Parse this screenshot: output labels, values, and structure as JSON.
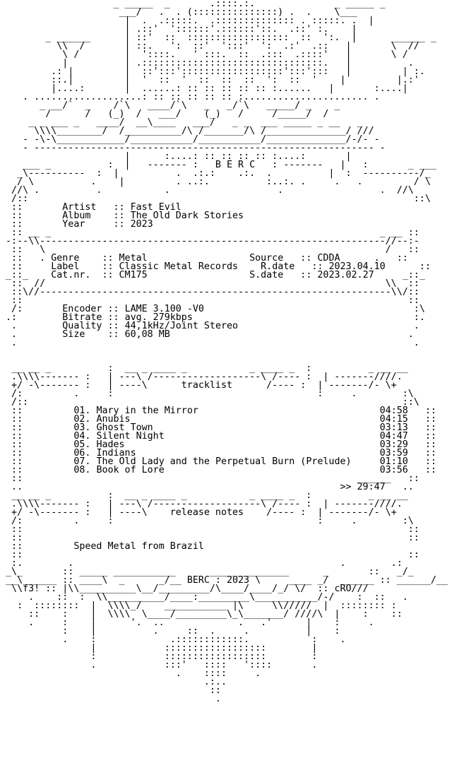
{
  "nfo": {
    "group": "B E R C",
    "artist_label": "Artist",
    "artist": "Fast Evil",
    "album_label": "Album",
    "album": "The Old Dark Stories",
    "year_label": "Year",
    "year": "2023",
    "genre_label": "Genre",
    "genre": "Metal",
    "label_label": "Label",
    "label": "Classic Metal Records",
    "catnr_label": "Cat.nr.",
    "catnr": "CM175",
    "source_label": "Source",
    "source": "CDDA",
    "rdate_label": "R.date",
    "rdate": "2023.04.10",
    "sdate_label": "S.date",
    "sdate": "2023.02.27",
    "encoder_label": "Encoder",
    "encoder": "LAME 3.100 -V0",
    "bitrate_label": "Bitrate",
    "bitrate": "avg. 279kbps",
    "quality_label": "Quality",
    "quality": "44,1kHz/Joint Stereo",
    "size_label": "Size",
    "size": "60,08 MB",
    "tracklist_heading": "tracklist",
    "tracks": [
      {
        "num": "01.",
        "title": "Mary in the Mirror",
        "time": "04:58"
      },
      {
        "num": "02.",
        "title": "Anubis",
        "time": "04:15"
      },
      {
        "num": "03.",
        "title": "Ghost Town",
        "time": "03:13"
      },
      {
        "num": "04.",
        "title": "Silent Night",
        "time": "04:47"
      },
      {
        "num": "05.",
        "title": "Hades",
        "time": "03:29"
      },
      {
        "num": "06.",
        "title": "Indians",
        "time": "03:59"
      },
      {
        "num": "07.",
        "title": "The Old Lady and the Perpetual Burn (Prelude)",
        "time": "01:10"
      },
      {
        "num": "08.",
        "title": "Book of Lore",
        "time": "03:56"
      }
    ],
    "total_time": "29:47",
    "release_notes_heading": "release notes",
    "release_notes": "Speed Metal from Brazil",
    "footer": "BERC : 2023",
    "credit_left": "f3!",
    "credit_right": "cRO"
  }
}
